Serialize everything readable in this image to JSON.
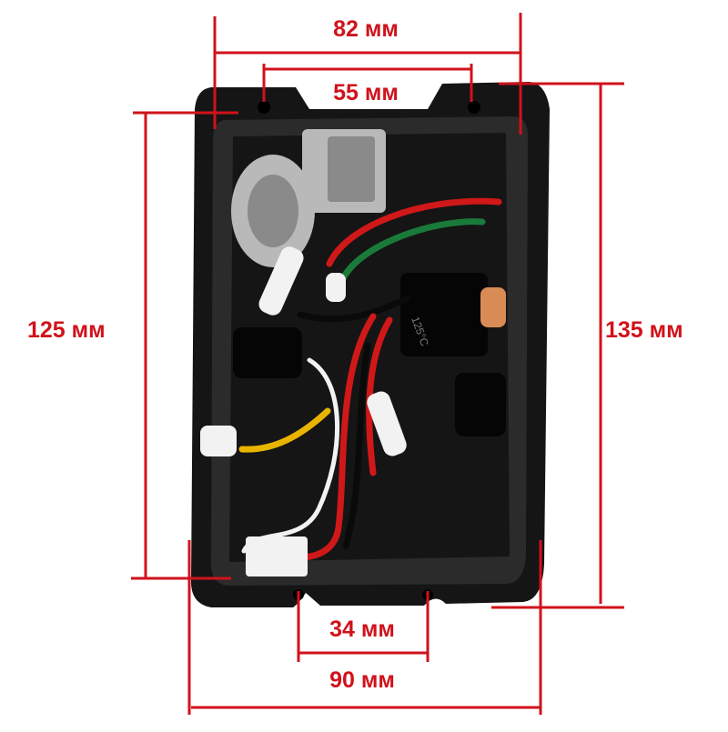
{
  "colors": {
    "dimension": "#d0121b",
    "housing": "#151515",
    "housing_rim": "#2b2b2b",
    "wire_red": "#d01818",
    "wire_green": "#1a7a3a",
    "wire_yellow": "#e8b400",
    "wire_white": "#f2f2f2",
    "wire_black": "#0a0a0a",
    "metal": "#b9b9b9",
    "thermal_fuse": "#d98b55"
  },
  "dimensions": {
    "top_outer": "82 мм",
    "top_inner": "55 мм",
    "left_height": "125 мм",
    "right_height": "135 мм",
    "bottom_inner": "34 мм",
    "bottom_outer": "90 мм"
  },
  "component_marking": "125°C",
  "icons": {
    "housing": "plastic-enclosure-photo",
    "wiring": "wire-harness"
  }
}
